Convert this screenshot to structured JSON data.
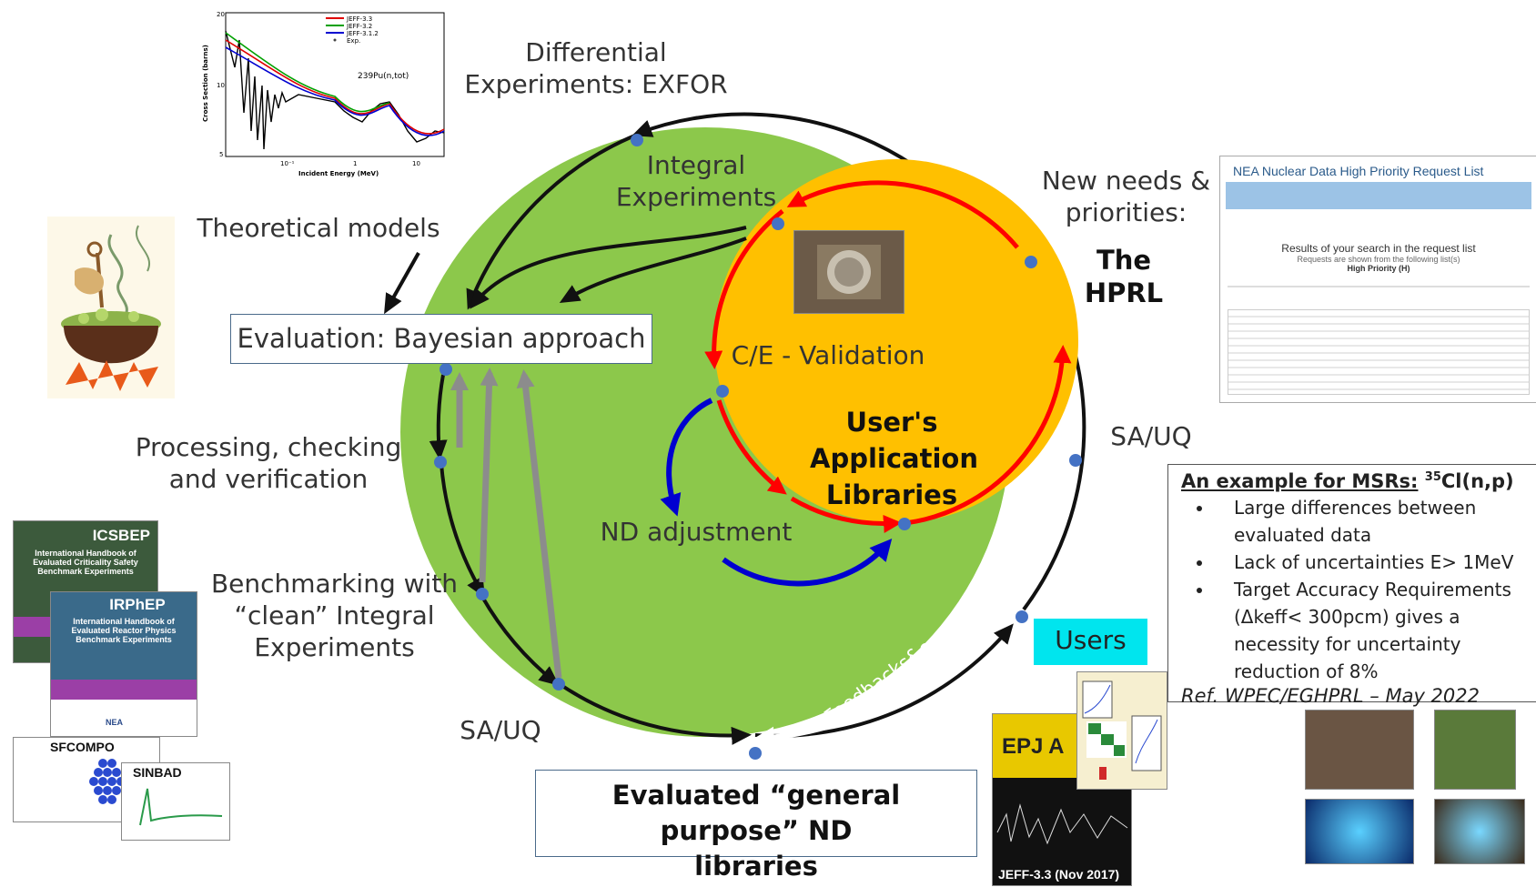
{
  "labels": {
    "diff_exp": "Differential Experiments: EXFOR",
    "integral_exp": "Integral Experiments",
    "theoretical": "Theoretical models",
    "evaluation": "Evaluation: Bayesian approach",
    "ce_validation": "C/E - Validation",
    "user_libs": "User's Application Libraries",
    "nd_adjust": "ND adjustment",
    "processing": "Processing, checking and verification",
    "benchmarking": "Benchmarking with “clean” Integral Experiments",
    "sauq_left": "SA/UQ",
    "sauq_right": "SA/UQ",
    "new_needs": "New needs & priorities:",
    "hprl": "The HPRL",
    "users": "Users",
    "feedbacks": "Feedbacks&errors",
    "general_libs": "Evaluated “general purpose” ND libraries"
  },
  "msr_box": {
    "title": "An example for MSRs:",
    "title_sup": "35",
    "title_rest": "Cl(n,p)",
    "bullets": [
      "Large differences between evaluated data",
      "Lack of uncertainties E> 1MeV",
      "Target Accuracy Requirements (Δkeff< 300pcm) gives a necessity for uncertainty reduction of 8%"
    ],
    "ref": "Ref. WPEC/EGHPRL – May 2022"
  },
  "hprl_panel": {
    "title": "NEA Nuclear Data High Priority Request List",
    "heading": "Results of your search in the request list",
    "sub": "Requests are shown from the following list(s)",
    "sub2": "High Priority (H)"
  },
  "xs_plot": {
    "ylabel": "Cross Section (barns)",
    "xlabel": "Incident Energy (MeV)",
    "annotation": "239Pu(n,tot)",
    "legend": [
      "JEFF-3.3",
      "JEFF-3.2",
      "JEFF-3.1.2",
      "Exp."
    ],
    "yticks": [
      "20",
      "10",
      "5"
    ],
    "xticks": [
      "10⁻¹",
      "1",
      "10"
    ]
  },
  "handbooks": {
    "icsbep": "ICSBEP",
    "icsbep_sub": "International Handbook of Evaluated Criticality Safety Benchmark Experiments",
    "irphep": "IRPhEP",
    "irphep_sub": "International Handbook of Evaluated Reactor Physics Benchmark Experiments",
    "nea": "NEA",
    "sfcompo": "SFCOMPO",
    "sinbad": "SINBAD"
  },
  "journal": {
    "epja": "EPJ A",
    "jeff": "JEFF-3.3 (Nov 2017)"
  },
  "colors": {
    "circle": "#8cc84b",
    "inner": "#ffc000",
    "red_arrow": "#ff0000",
    "blue_arrow": "#0000d0",
    "grey_arrow": "#8c8c8c",
    "users_bg": "#00e5ee",
    "node": "#4472c4"
  }
}
